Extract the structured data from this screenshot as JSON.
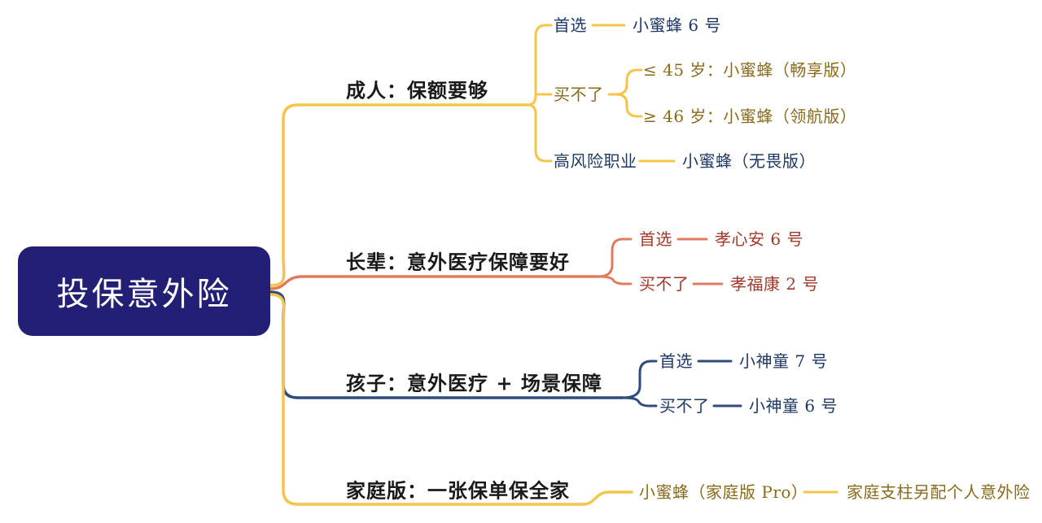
{
  "colors": {
    "root_bg": "#221F75",
    "root_text": "#FFFFFF",
    "branch_yellow": "#F5C54B",
    "branch_salmon": "#E07B60",
    "branch_navy": "#2F4B7E",
    "text_navy": "#1F3864",
    "text_gold": "#8A6A1B",
    "text_red": "#A0392A",
    "topic_text": "#1A1A1A",
    "background": "#FFFFFF"
  },
  "root": {
    "label": "投保意外险"
  },
  "branches": {
    "adult": {
      "topic": "成人：保额要够",
      "first_choice": {
        "label": "首选",
        "product": "小蜜蜂 6 号"
      },
      "cant_buy": {
        "label": "买不了",
        "le45": "≤ 45 岁：小蜜蜂（畅享版）",
        "ge46": "≥ 46 岁：小蜜蜂（领航版）"
      },
      "high_risk": {
        "label": "高风险职业",
        "product": "小蜜蜂（无畏版）"
      }
    },
    "elder": {
      "topic": "长辈：意外医疗保障要好",
      "first_choice": {
        "label": "首选",
        "product": "孝心安 6 号"
      },
      "cant_buy": {
        "label": "买不了",
        "product": "孝福康 2 号"
      }
    },
    "child": {
      "topic": "孩子：意外医疗 + 场景保障",
      "first_choice": {
        "label": "首选",
        "product": "小神童 7 号"
      },
      "cant_buy": {
        "label": "买不了",
        "product": "小神童 6 号"
      }
    },
    "family": {
      "topic": "家庭版：一张保单保全家",
      "product": "小蜜蜂（家庭版 Pro）",
      "note": "家庭支柱另配个人意外险"
    }
  }
}
